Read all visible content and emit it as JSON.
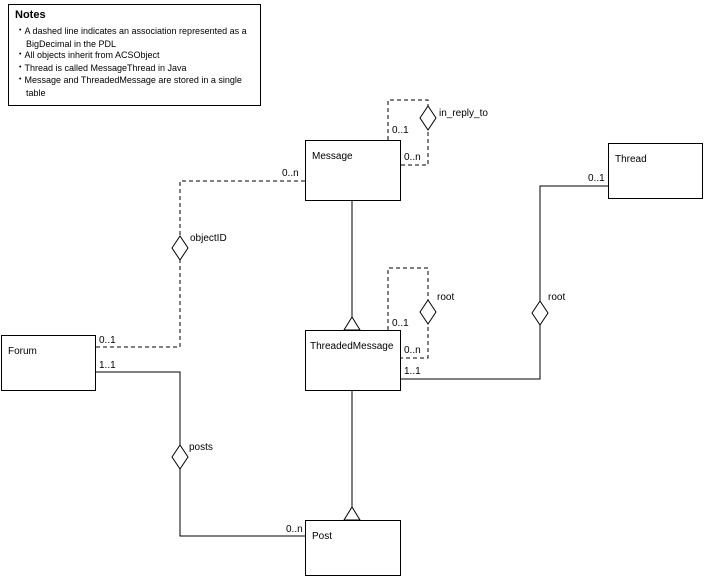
{
  "notes": {
    "title": "Notes",
    "bullet": "•",
    "items": [
      "A dashed line indicates an association represented as a BigDecimal in the PDL",
      "All objects inherit from ACSObject",
      "Thread is called MessageThread in Java",
      "Message and ThreadedMessage are stored in a single table"
    ]
  },
  "entities": {
    "message": "Message",
    "thread": "Thread",
    "forum": "Forum",
    "threaded_message": "ThreadedMessage",
    "post": "Post"
  },
  "assoc": {
    "in_reply_to": {
      "name": "in_reply_to",
      "m_near": "0..1",
      "m_far": "0..n"
    },
    "msg_root": {
      "name": "root",
      "m_near": "0..1",
      "m_far": "0..n"
    },
    "object_id": {
      "name": "objectID",
      "m_message": "0..n",
      "m_forum": "0..1"
    },
    "thread_root": {
      "name": "root",
      "m_thread": "0..1",
      "m_threaded_message": "1..1"
    },
    "posts": {
      "name": "posts",
      "m_forum": "1..1",
      "m_post": "0..n"
    }
  }
}
